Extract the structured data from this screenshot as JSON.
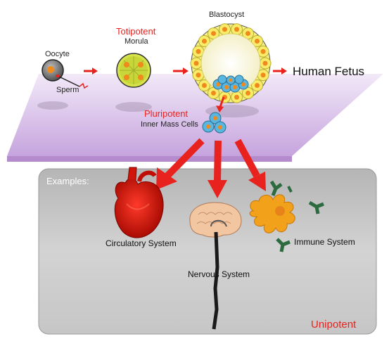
{
  "stages": {
    "oocyte": "Oocyte",
    "sperm": "Sperm",
    "totipotent": "Totipotent",
    "morula": "Morula",
    "blastocyst": "Blastocyst",
    "human_fetus": "Human Fetus",
    "pluripotent": "Pluripotent",
    "inner_mass": "Inner Mass Cells"
  },
  "examples": {
    "heading": "Examples:",
    "circulatory": "Circulatory System",
    "nervous": "Nervous System",
    "immune": "Immune System",
    "unipotent": "Unipotent"
  },
  "colors": {
    "accent_red": "#e8231f",
    "plate_purple": "#c9a9df",
    "panel_gray": "#c4c4c4",
    "cell_yellow": "#f6ee7a",
    "cell_orange": "#f08a1c",
    "immune_orange": "#f2a11b",
    "antibody_green": "#2c6b3e"
  }
}
